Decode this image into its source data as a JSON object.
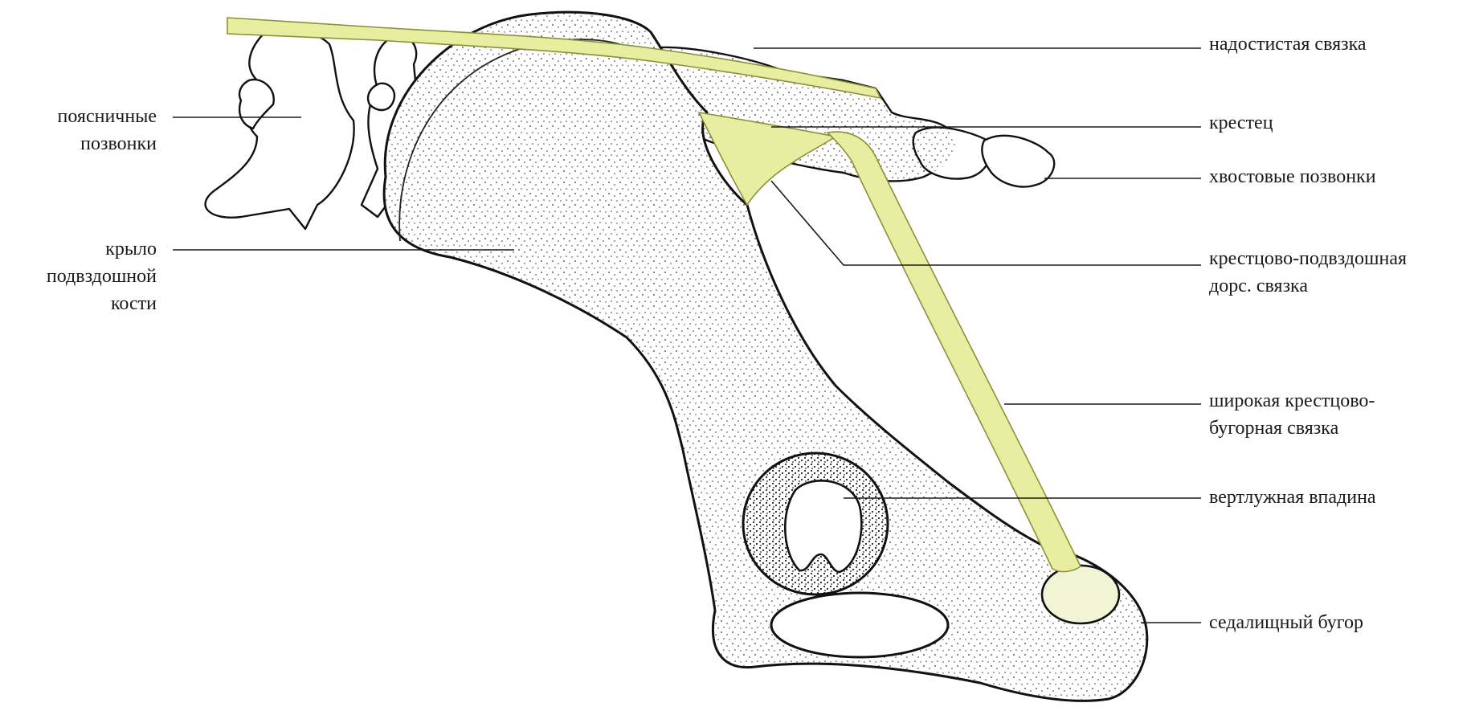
{
  "colors": {
    "ligament": "#e8eea0",
    "ligament_fiber": "#c9d06b",
    "bone_outline": "#111111"
  },
  "labels": {
    "lumbar": [
      "поясничные",
      "позвонки"
    ],
    "ilium_wing": [
      "крыло",
      "подвздошной",
      "кости"
    ],
    "supraspinous": [
      "надостистая связка"
    ],
    "sacrum": [
      "крестец"
    ],
    "caudal": [
      "хвостовые позвонки"
    ],
    "dorsal_sacroiliac": [
      "крестцово-подвздошная",
      "дорс. связка"
    ],
    "sacrotuberous": [
      "широкая крестцово-",
      "бугорная связка"
    ],
    "acetabulum": [
      "вертлужная впадина"
    ],
    "ischial_tuber": [
      "седалищный бугор"
    ]
  }
}
